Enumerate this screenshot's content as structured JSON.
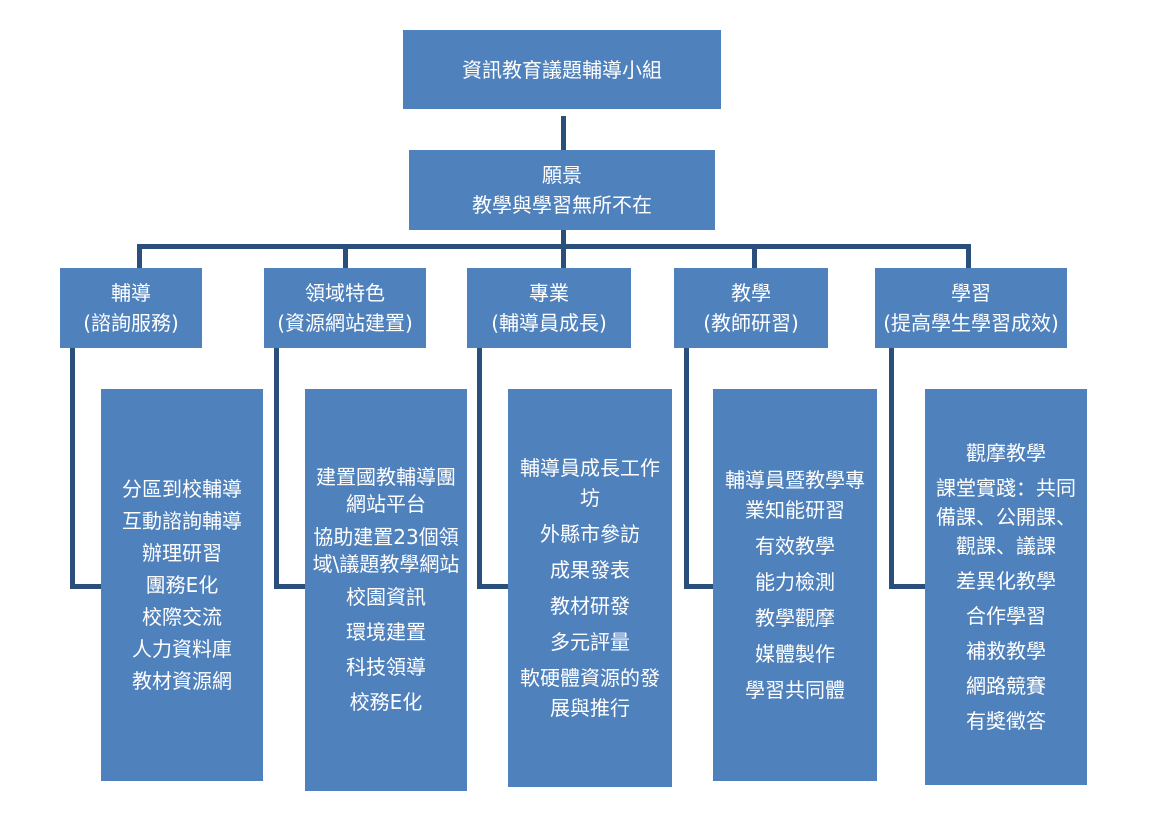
{
  "root": {
    "title": "資訊教育議題輔導小組"
  },
  "vision": {
    "line1": "願景",
    "line2": "教學與學習無所不在"
  },
  "categories": [
    {
      "name": "輔導",
      "sub": "(諮詢服務)",
      "items": [
        "分區到校輔導",
        "互動諮詢輔導",
        "辦理研習",
        "團務E化",
        "校際交流",
        "人力資料庫",
        "教材資源網"
      ]
    },
    {
      "name": "領域特色",
      "sub": "(資源網站建置)",
      "items": [
        "建置國教輔導團網站平台",
        "協助建置23個領域\\議題教學網站",
        "校園資訊",
        "環境建置",
        "科技領導",
        "校務E化"
      ]
    },
    {
      "name": "專業",
      "sub": "(輔導員成長)",
      "items": [
        "輔導員成長工作坊",
        "外縣市參訪",
        "成果發表",
        "教材研發",
        "多元評量",
        "軟硬體資源的發展與推行"
      ]
    },
    {
      "name": "教學",
      "sub": "(教師研習)",
      "items": [
        "輔導員暨教學專業知能研習",
        "有效教學",
        "能力檢測",
        "教學觀摩",
        "媒體製作",
        "學習共同體"
      ]
    },
    {
      "name": "學習",
      "sub": "(提高學生學習成效)",
      "items": [
        "觀摩教學",
        "課堂實踐：共同備課、公開課、觀課、議課",
        "差異化教學",
        "合作學習",
        "補救教學",
        "網路競賽",
        "有獎徵答"
      ]
    }
  ]
}
